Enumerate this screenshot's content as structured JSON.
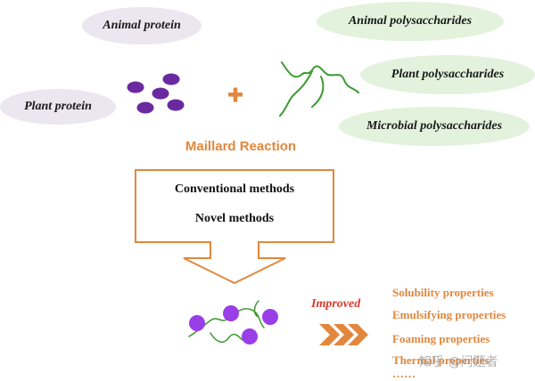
{
  "sources": {
    "animal_protein": "Animal protein",
    "plant_protein": "Plant protein",
    "animal_polysaccharides": "Animal polysaccharides",
    "plant_polysaccharides": "Plant polysaccharides",
    "microbial_polysaccharides": "Microbial polysaccharides"
  },
  "reaction": {
    "title": "Maillard Reaction",
    "plus_symbol": "+",
    "methods": [
      "Conventional methods",
      "Novel methods"
    ]
  },
  "result": {
    "label": "Improved",
    "properties": [
      "Solubility  properties",
      "Emulsifying  properties",
      "Foaming properties",
      "Thermal properties",
      "……"
    ]
  },
  "watermark": "知乎 @问题者",
  "colors": {
    "protein_dot": "#6a2a9f",
    "conjugate_dot": "#9a3ee8",
    "polysaccharide_line": "#3d9a32",
    "accent_orange": "#e2873d",
    "improved_red": "#d63a2c",
    "protein_ellipse": "#ebe6f0",
    "poly_ellipse": "#e3f2dc"
  },
  "icons": {
    "plus": "plus-icon",
    "down_arrow": "down-arrow-icon",
    "forward_chevrons": "triple-chevron-right-icon"
  }
}
